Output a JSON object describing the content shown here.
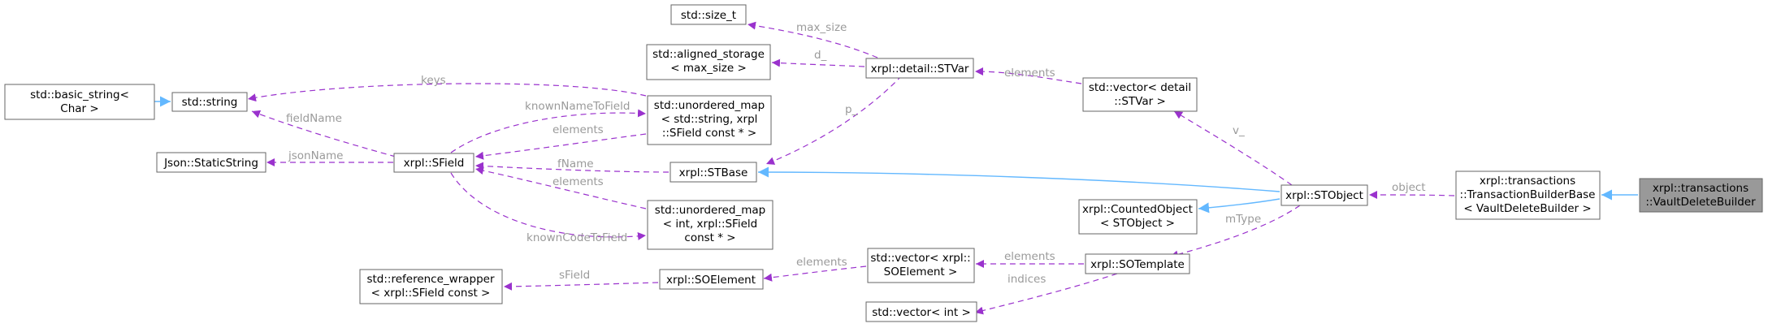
{
  "colors": {
    "usage_edge": "#9a32cd",
    "inherit_edge": "#63b8ff",
    "highlight_node": "#999999",
    "node_border": "#666666",
    "edge_label": "#9a9a9a"
  },
  "nodes": [
    {
      "id": "n_basic_string",
      "lines": [
        "std::basic_string<",
        "Char >"
      ]
    },
    {
      "id": "n_string",
      "lines": [
        "std::string"
      ]
    },
    {
      "id": "n_staticstring",
      "lines": [
        "Json::StaticString"
      ]
    },
    {
      "id": "n_sfield",
      "lines": [
        "xrpl::SField"
      ]
    },
    {
      "id": "n_refwrapper",
      "lines": [
        "std::reference_wrapper",
        "< xrpl::SField const >"
      ]
    },
    {
      "id": "n_size_t",
      "lines": [
        "std::size_t"
      ]
    },
    {
      "id": "n_aligned",
      "lines": [
        "std::aligned_storage",
        "< max_size >"
      ]
    },
    {
      "id": "n_umap_str",
      "lines": [
        "std::unordered_map",
        "< std::string, xrpl",
        "::SField const * >"
      ]
    },
    {
      "id": "n_stbase",
      "lines": [
        "xrpl::STBase"
      ]
    },
    {
      "id": "n_umap_int",
      "lines": [
        "std::unordered_map",
        "< int, xrpl::SField",
        "const * >"
      ]
    },
    {
      "id": "n_soelement",
      "lines": [
        "xrpl::SOElement"
      ]
    },
    {
      "id": "n_stvar",
      "lines": [
        "xrpl::detail::STVar"
      ]
    },
    {
      "id": "n_vec_soelement",
      "lines": [
        "std::vector< xrpl::",
        "SOElement >"
      ]
    },
    {
      "id": "n_vec_int",
      "lines": [
        "std::vector< int >"
      ]
    },
    {
      "id": "n_vec_stvar",
      "lines": [
        "std::vector< detail",
        "::STVar >"
      ]
    },
    {
      "id": "n_counted",
      "lines": [
        "xrpl::CountedObject",
        "< STObject >"
      ]
    },
    {
      "id": "n_sotemplate",
      "lines": [
        "xrpl::SOTemplate"
      ]
    },
    {
      "id": "n_stobject",
      "lines": [
        "xrpl::STObject"
      ]
    },
    {
      "id": "n_txbuilder",
      "lines": [
        "xrpl::transactions",
        "::TransactionBuilderBase",
        "< VaultDeleteBuilder >"
      ]
    },
    {
      "id": "n_vaultdelete",
      "lines": [
        "xrpl::transactions",
        "::VaultDeleteBuilder"
      ]
    }
  ],
  "edges": [
    {
      "id": "e1",
      "from": "n_basic_string",
      "to": "n_string",
      "kind": "inherit",
      "label": ""
    },
    {
      "id": "e2",
      "from": "n_sfield",
      "to": "n_string",
      "kind": "usage",
      "label": "fieldName"
    },
    {
      "id": "e3",
      "from": "n_umap_str",
      "to": "n_string",
      "kind": "usage",
      "label": "keys"
    },
    {
      "id": "e4",
      "from": "n_sfield",
      "to": "n_staticstring",
      "kind": "usage",
      "label": "jsonName"
    },
    {
      "id": "e5",
      "from": "n_sfield",
      "to": "n_umap_str",
      "kind": "usage",
      "label": "knownNameToField"
    },
    {
      "id": "e6",
      "from": "n_umap_str",
      "to": "n_sfield",
      "kind": "usage",
      "label": "elements"
    },
    {
      "id": "e7",
      "from": "n_stbase",
      "to": "n_sfield",
      "kind": "usage",
      "label": "fName"
    },
    {
      "id": "e8",
      "from": "n_umap_int",
      "to": "n_sfield",
      "kind": "usage",
      "label": "elements"
    },
    {
      "id": "e9",
      "from": "n_sfield",
      "to": "n_umap_int",
      "kind": "usage",
      "label": "knownCodeToField"
    },
    {
      "id": "e10",
      "from": "n_soelement",
      "to": "n_refwrapper",
      "kind": "usage",
      "label": "sField"
    },
    {
      "id": "e11",
      "from": "n_stvar",
      "to": "n_size_t",
      "kind": "usage",
      "label": "max_size"
    },
    {
      "id": "e12",
      "from": "n_stvar",
      "to": "n_aligned",
      "kind": "usage",
      "label": "d_"
    },
    {
      "id": "e13",
      "from": "n_stvar",
      "to": "n_stbase",
      "kind": "usage",
      "label": "p_"
    },
    {
      "id": "e14",
      "from": "n_vec_stvar",
      "to": "n_stvar",
      "kind": "usage",
      "label": "elements"
    },
    {
      "id": "e15",
      "from": "n_stobject",
      "to": "n_stbase",
      "kind": "inherit",
      "label": ""
    },
    {
      "id": "e16",
      "from": "n_stobject",
      "to": "n_vec_stvar",
      "kind": "usage",
      "label": "v_"
    },
    {
      "id": "e17",
      "from": "n_stobject",
      "to": "n_counted",
      "kind": "inherit",
      "label": ""
    },
    {
      "id": "e18",
      "from": "n_stobject",
      "to": "n_sotemplate",
      "kind": "usage",
      "label": "mType"
    },
    {
      "id": "e19",
      "from": "n_sotemplate",
      "to": "n_vec_soelement",
      "kind": "usage",
      "label": "elements"
    },
    {
      "id": "e20",
      "from": "n_sotemplate",
      "to": "n_vec_int",
      "kind": "usage",
      "label": "indices"
    },
    {
      "id": "e21",
      "from": "n_vec_soelement",
      "to": "n_soelement",
      "kind": "usage",
      "label": "elements"
    },
    {
      "id": "e22",
      "from": "n_txbuilder",
      "to": "n_stobject",
      "kind": "usage",
      "label": "object"
    },
    {
      "id": "e23",
      "from": "n_vaultdelete",
      "to": "n_txbuilder",
      "kind": "inherit",
      "label": ""
    }
  ]
}
